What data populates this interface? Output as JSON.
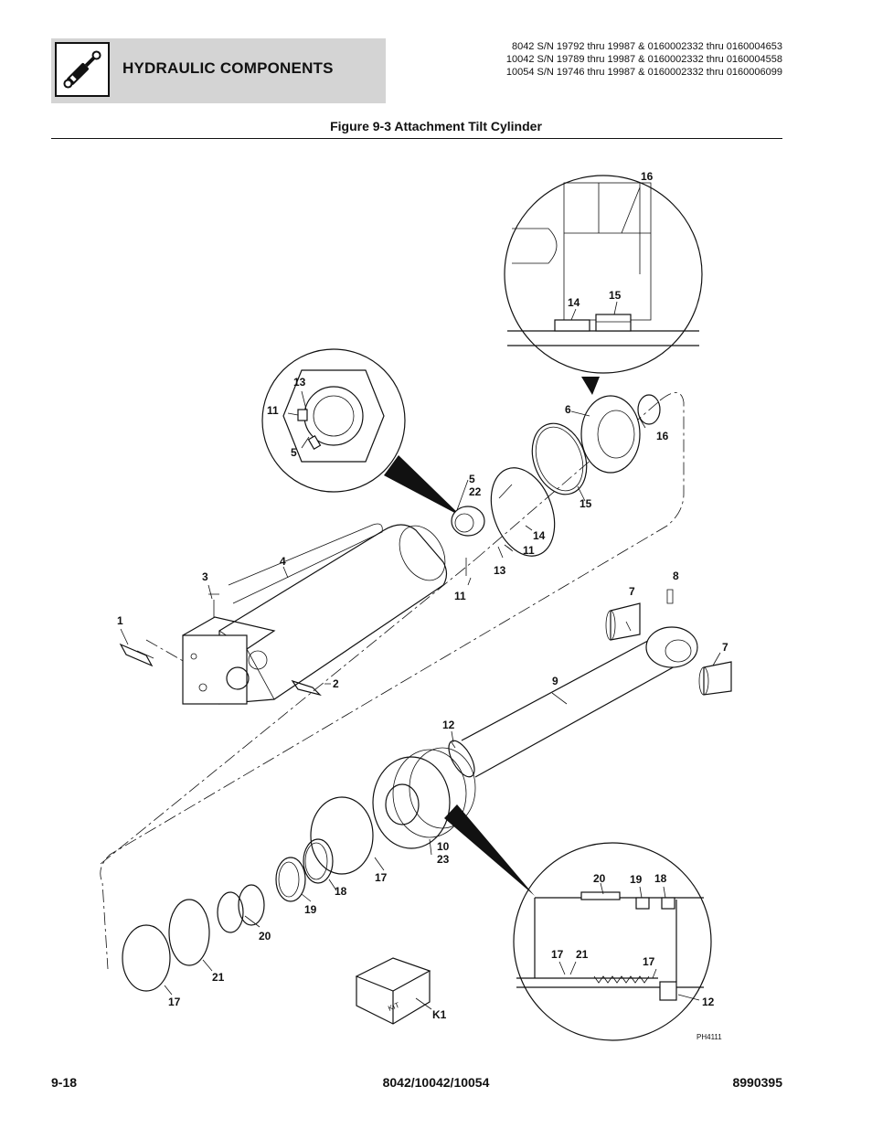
{
  "header": {
    "title": "HYDRAULIC COMPONENTS",
    "icon": "hydraulic-cylinder-icon",
    "serials": [
      "8042 S/N 19792 thru 19987 & 0160002332 thru 0160004653",
      "10042 S/N 19789 thru 19987 & 0160002332 thru 0160004558",
      "10054 S/N 19746 thru 19987 & 0160002332 thru 0160006099"
    ]
  },
  "figure_title": "Figure 9-3 Attachment Tilt Cylinder",
  "callouts": {
    "c1": "1",
    "c2": "2",
    "c3": "3",
    "c4": "4",
    "c5a": "5",
    "c22": "22",
    "c5b": "5",
    "c6": "6",
    "c7a": "7",
    "c7b": "7",
    "c8": "8",
    "c9": "9",
    "c10": "10",
    "c23": "23",
    "c11a": "11",
    "c11b": "11",
    "c11c": "11",
    "c12a": "12",
    "c12b": "12",
    "c13a": "13",
    "c13b": "13",
    "c14a": "14",
    "c14b": "14",
    "c15a": "15",
    "c15b": "15",
    "c16a": "16",
    "c16b": "16",
    "c17a": "17",
    "c17b": "17",
    "c17c": "17",
    "c17d": "17",
    "c18a": "18",
    "c18b": "18",
    "c19a": "19",
    "c19b": "19",
    "c20a": "20",
    "c20b": "20",
    "c21a": "21",
    "c21b": "21",
    "k1": "K1",
    "kit": "KIT",
    "drawing_id": "PH4111"
  },
  "footer": {
    "page": "9-18",
    "models": "8042/10042/10054",
    "part_number": "8990395"
  }
}
